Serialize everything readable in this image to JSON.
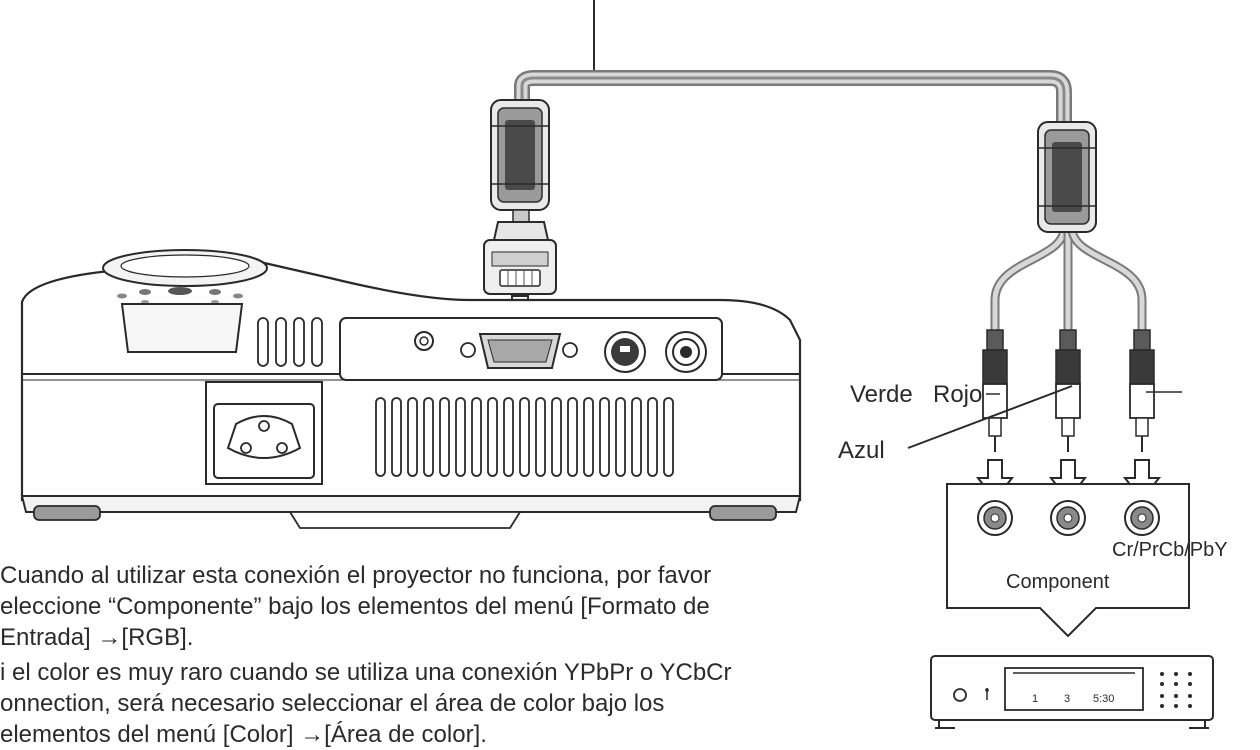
{
  "labels": {
    "green": "Verde",
    "red": "Rojo",
    "blue": "Azul",
    "jacks": "Cr/PrCb/PbY",
    "component": "Component"
  },
  "player_display": [
    "1",
    "3",
    "5:30"
  ],
  "paragraph": {
    "lines": [
      "Cuando al utilizar esta conexión el proyector no funciona, por favor",
      "eleccione “Componente” bajo los elementos del menú [Formato de",
      "Entrada] →[RGB].",
      "i el color es muy raro cuando se utiliza una conexión YPbPr o YCbCr",
      "onnection, será necesario seleccionar el área de color bajo los",
      "elementos del menú [Color] →[Área de color]."
    ]
  },
  "colors": {
    "line": "#2a2a2a",
    "cable": "#9a9a9a",
    "background": "#ffffff"
  }
}
